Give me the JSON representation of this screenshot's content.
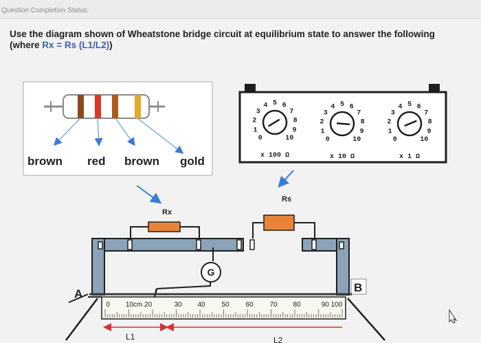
{
  "status_bar": {
    "label": "Question Completion Status:"
  },
  "question": {
    "line1": "Use the diagram shown of Wheatstone bridge circuit at equilibrium state to answer the following",
    "line2_prefix": "(where ",
    "formula": "Rx = Rs (L1/L2)",
    "line2_suffix": ")"
  },
  "resistor": {
    "band_labels": [
      "brown",
      "red",
      "brown",
      "gold"
    ],
    "band_colors": [
      "#8b4a1e",
      "#d9352a",
      "#b05a1c",
      "#e0a92a"
    ]
  },
  "decade_box": {
    "dials": [
      {
        "ticks": [
          "0",
          "1",
          "2",
          "3",
          "4",
          "5",
          "6",
          "7",
          "8",
          "9",
          "10"
        ],
        "multiplier": "x 100 Ω"
      },
      {
        "ticks": [
          "0",
          "1",
          "2",
          "3",
          "4",
          "5",
          "6",
          "7",
          "8",
          "9",
          "10"
        ],
        "multiplier": "x 10 Ω"
      },
      {
        "ticks": [
          "0",
          "1",
          "2",
          "3",
          "4",
          "5",
          "6",
          "7",
          "8",
          "9",
          "10"
        ],
        "multiplier": "x 1 Ω"
      }
    ]
  },
  "circuit": {
    "rx_label": "Rx",
    "rs_label": "Rs",
    "galvanometer_label": "G",
    "endpoint_a": "A",
    "endpoint_b": "B"
  },
  "meter_rule": {
    "scale_labels": [
      "0",
      "10cm 20",
      "30",
      "40",
      "50",
      "60",
      "70",
      "80",
      "90 100"
    ],
    "l1_label": "L1",
    "l2_label": "L2"
  }
}
